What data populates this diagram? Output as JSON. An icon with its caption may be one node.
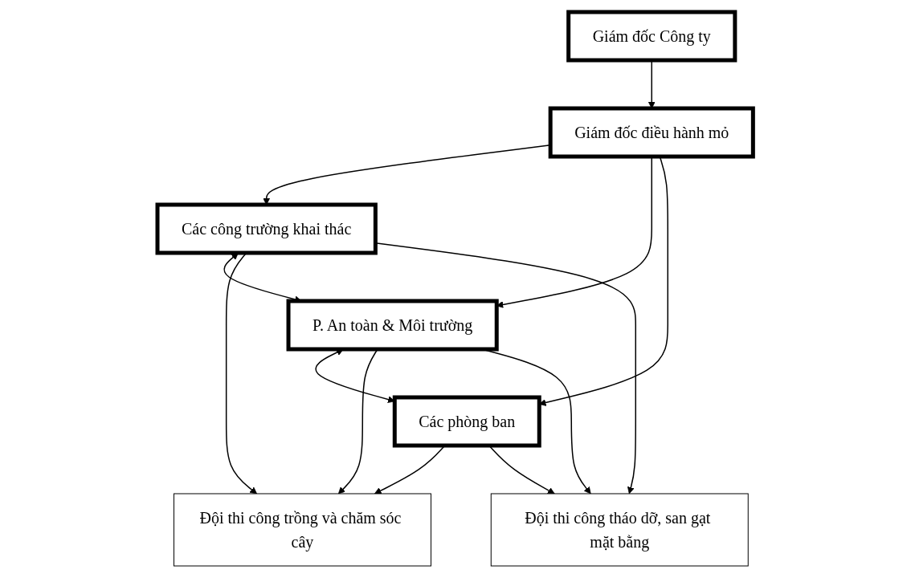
{
  "diagram": {
    "nodes": [
      {
        "text": [
          "Giám đốc Công ty"
        ]
      },
      {
        "text": [
          "Giám đốc điều hành mỏ"
        ]
      },
      {
        "text": [
          "Các công trường khai thác"
        ]
      },
      {
        "text": [
          "P. An toàn & Môi trường"
        ]
      },
      {
        "text": [
          "Các phòng ban"
        ]
      },
      {
        "text": [
          "Đội thi công trồng và chăm sóc cây"
        ]
      },
      {
        "text": [
          "Đội thi công tháo dỡ, san gạt mặt bằng"
        ]
      }
    ],
    "edges": [
      {
        "from": 0,
        "to": 1,
        "arrow": "to"
      },
      {
        "from": 1,
        "to": 2,
        "arrow": "to"
      },
      {
        "from": 1,
        "to": 3,
        "arrow": "to"
      },
      {
        "from": 1,
        "to": 4,
        "arrow": "to"
      },
      {
        "from": 2,
        "to": 3,
        "arrow": "both"
      },
      {
        "from": 3,
        "to": 4,
        "arrow": "both"
      },
      {
        "from": 2,
        "to": 5,
        "arrow": "to"
      },
      {
        "from": 2,
        "to": 6,
        "arrow": "to"
      },
      {
        "from": 3,
        "to": 5,
        "arrow": "to"
      },
      {
        "from": 3,
        "to": 6,
        "arrow": "to"
      },
      {
        "from": 4,
        "to": 5,
        "arrow": "to"
      },
      {
        "from": 4,
        "to": 6,
        "arrow": "to"
      }
    ]
  }
}
